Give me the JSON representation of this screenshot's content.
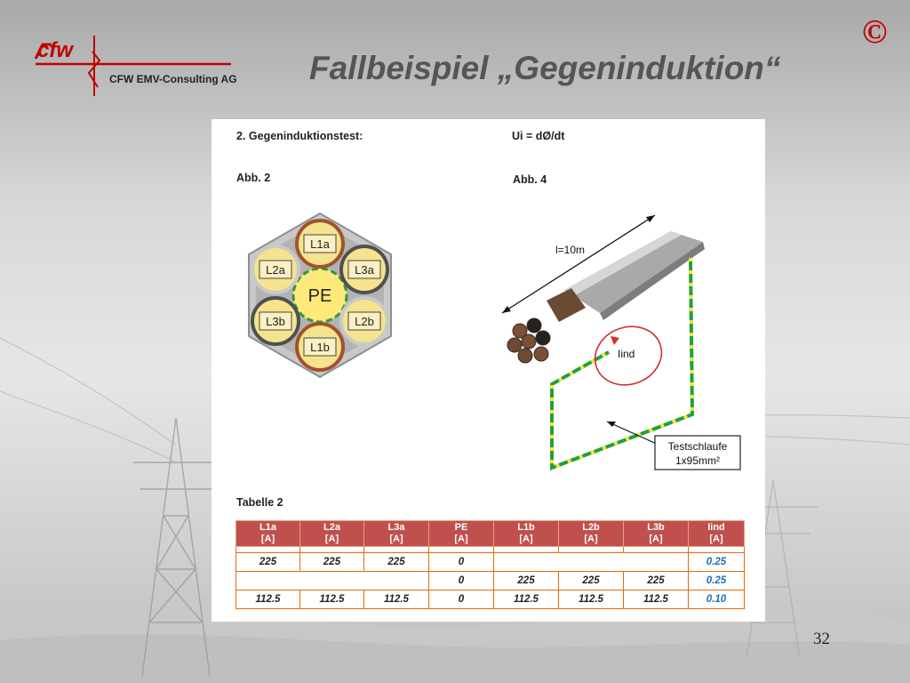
{
  "header": {
    "logo_mark": "cfw",
    "company": "CFW EMV-Consulting AG",
    "title": "Fallbeispiel „Gegeninduktion“",
    "copyright_symbol": "©"
  },
  "panel": {
    "section_title": "2. Gegeninduktionstest:",
    "formula": "Ui = dØ/dt",
    "fig2_label": "Abb. 2",
    "fig4_label": "Abb. 4",
    "fig2": {
      "conductors": [
        "L1a",
        "L2a",
        "L3a",
        "PE",
        "L2b",
        "L3b",
        "L1b"
      ]
    },
    "fig4": {
      "length_label": "l=10m",
      "induced_label": "Iind",
      "testloop_line1": "Testschlaufe",
      "testloop_line2": "1x95mm²"
    },
    "table_label": "Tabelle 2",
    "table": {
      "headers": [
        {
          "name": "L1a",
          "unit": "[A]"
        },
        {
          "name": "L2a",
          "unit": "[A]"
        },
        {
          "name": "L3a",
          "unit": "[A]"
        },
        {
          "name": "PE",
          "unit": "[A]"
        },
        {
          "name": "L1b",
          "unit": "[A]"
        },
        {
          "name": "L2b",
          "unit": "[A]"
        },
        {
          "name": "L3b",
          "unit": "[A]"
        },
        {
          "name": "Iind",
          "unit": "[A]"
        }
      ],
      "rows": [
        [
          "225",
          "225",
          "225",
          "0",
          "",
          "",
          "",
          "0.25"
        ],
        [
          "",
          "",
          "",
          "0",
          "225",
          "225",
          "225",
          "0.25"
        ],
        [
          "112.5",
          "112.5",
          "112.5",
          "0",
          "112.5",
          "112.5",
          "112.5",
          "0.10"
        ]
      ]
    }
  },
  "page_number": "32",
  "colors": {
    "brand_red": "#c00000",
    "table_header": "#c0504d",
    "table_border": "#e46c0a",
    "value_blue": "#1f6fb5",
    "loop_green": "#22a03a"
  }
}
